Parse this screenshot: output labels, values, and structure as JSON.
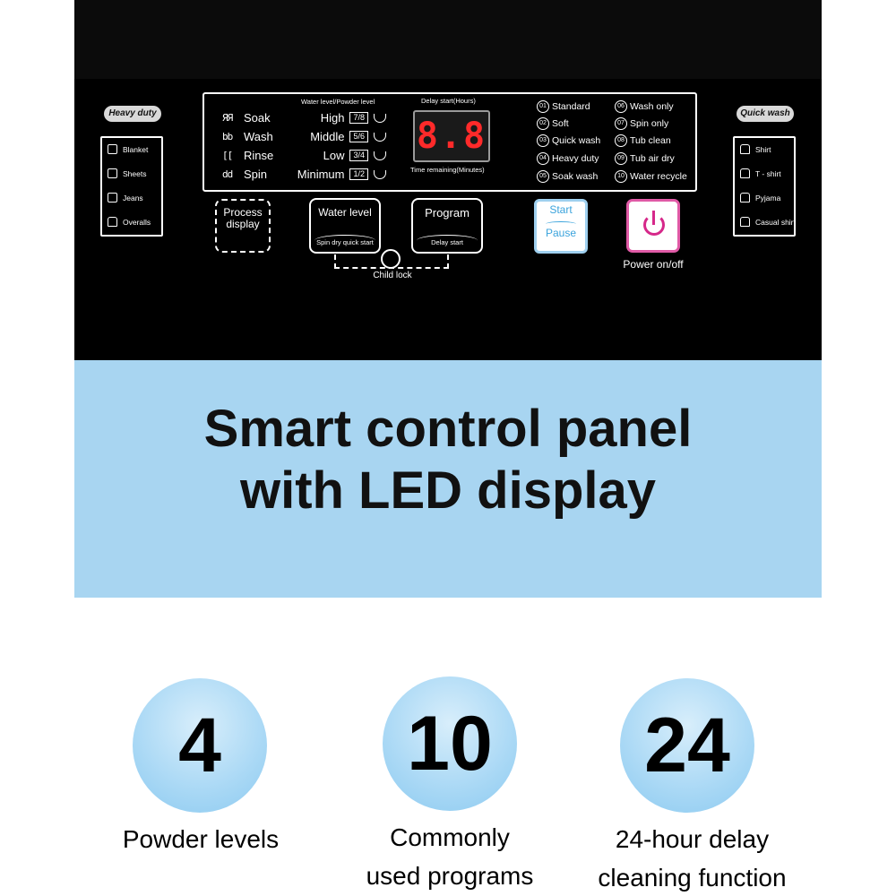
{
  "panel": {
    "heavy_duty": "Heavy duty",
    "quick_wash": "Quick wash",
    "heavy_items": [
      "Blanket",
      "Sheets",
      "Jeans",
      "Overalls"
    ],
    "quick_items": [
      "Shirt",
      "T - shirt",
      "Pyjama",
      "Casual shirt"
    ],
    "water_caption": "Water level/Powder level",
    "delay_caption": "Delay start(Hours)",
    "remain_caption": "Time remaining(Minutes)",
    "stages": [
      {
        "glyph": "ЯЯ",
        "label": "Soak"
      },
      {
        "glyph": "bb",
        "label": "Wash"
      },
      {
        "glyph": "[[",
        "label": "Rinse"
      },
      {
        "glyph": "dd",
        "label": "Spin"
      }
    ],
    "levels": [
      {
        "label": "High",
        "ratio": "7/8"
      },
      {
        "label": "Middle",
        "ratio": "5/6"
      },
      {
        "label": "Low",
        "ratio": "3/4"
      },
      {
        "label": "Minimum",
        "ratio": "1/2"
      }
    ],
    "led_value": "8.8",
    "programs_left": [
      {
        "num": "01",
        "label": "Standard"
      },
      {
        "num": "02",
        "label": "Soft"
      },
      {
        "num": "03",
        "label": "Quick wash"
      },
      {
        "num": "04",
        "label": "Heavy duty"
      },
      {
        "num": "05",
        "label": "Soak wash"
      }
    ],
    "programs_right": [
      {
        "num": "06",
        "label": "Wash only"
      },
      {
        "num": "07",
        "label": "Spin only"
      },
      {
        "num": "08",
        "label": "Tub clean"
      },
      {
        "num": "09",
        "label": "Tub air dry"
      },
      {
        "num": "10",
        "label": "Water recycle"
      }
    ],
    "process_display": "Process display",
    "water_level": "Water level",
    "water_level_sub": "Spin dry quick start",
    "program": "Program",
    "program_sub": "Delay start",
    "child_lock": "Child lock",
    "start": "Start",
    "pause": "Pause",
    "power": "Power on/off"
  },
  "banner": {
    "line1": "Smart control panel",
    "line2": "with LED display"
  },
  "features": [
    {
      "value": "4",
      "line1": "Powder levels",
      "line2": ""
    },
    {
      "value": "10",
      "line1": "Commonly",
      "line2": "used programs"
    },
    {
      "value": "24",
      "line1": "24-hour delay",
      "line2": "cleaning function"
    }
  ],
  "colors": {
    "banner_bg": "#a8d5f1",
    "led_red": "#ff2a2a",
    "start_blue": "#3aa3dc",
    "power_pink": "#d6288a"
  }
}
